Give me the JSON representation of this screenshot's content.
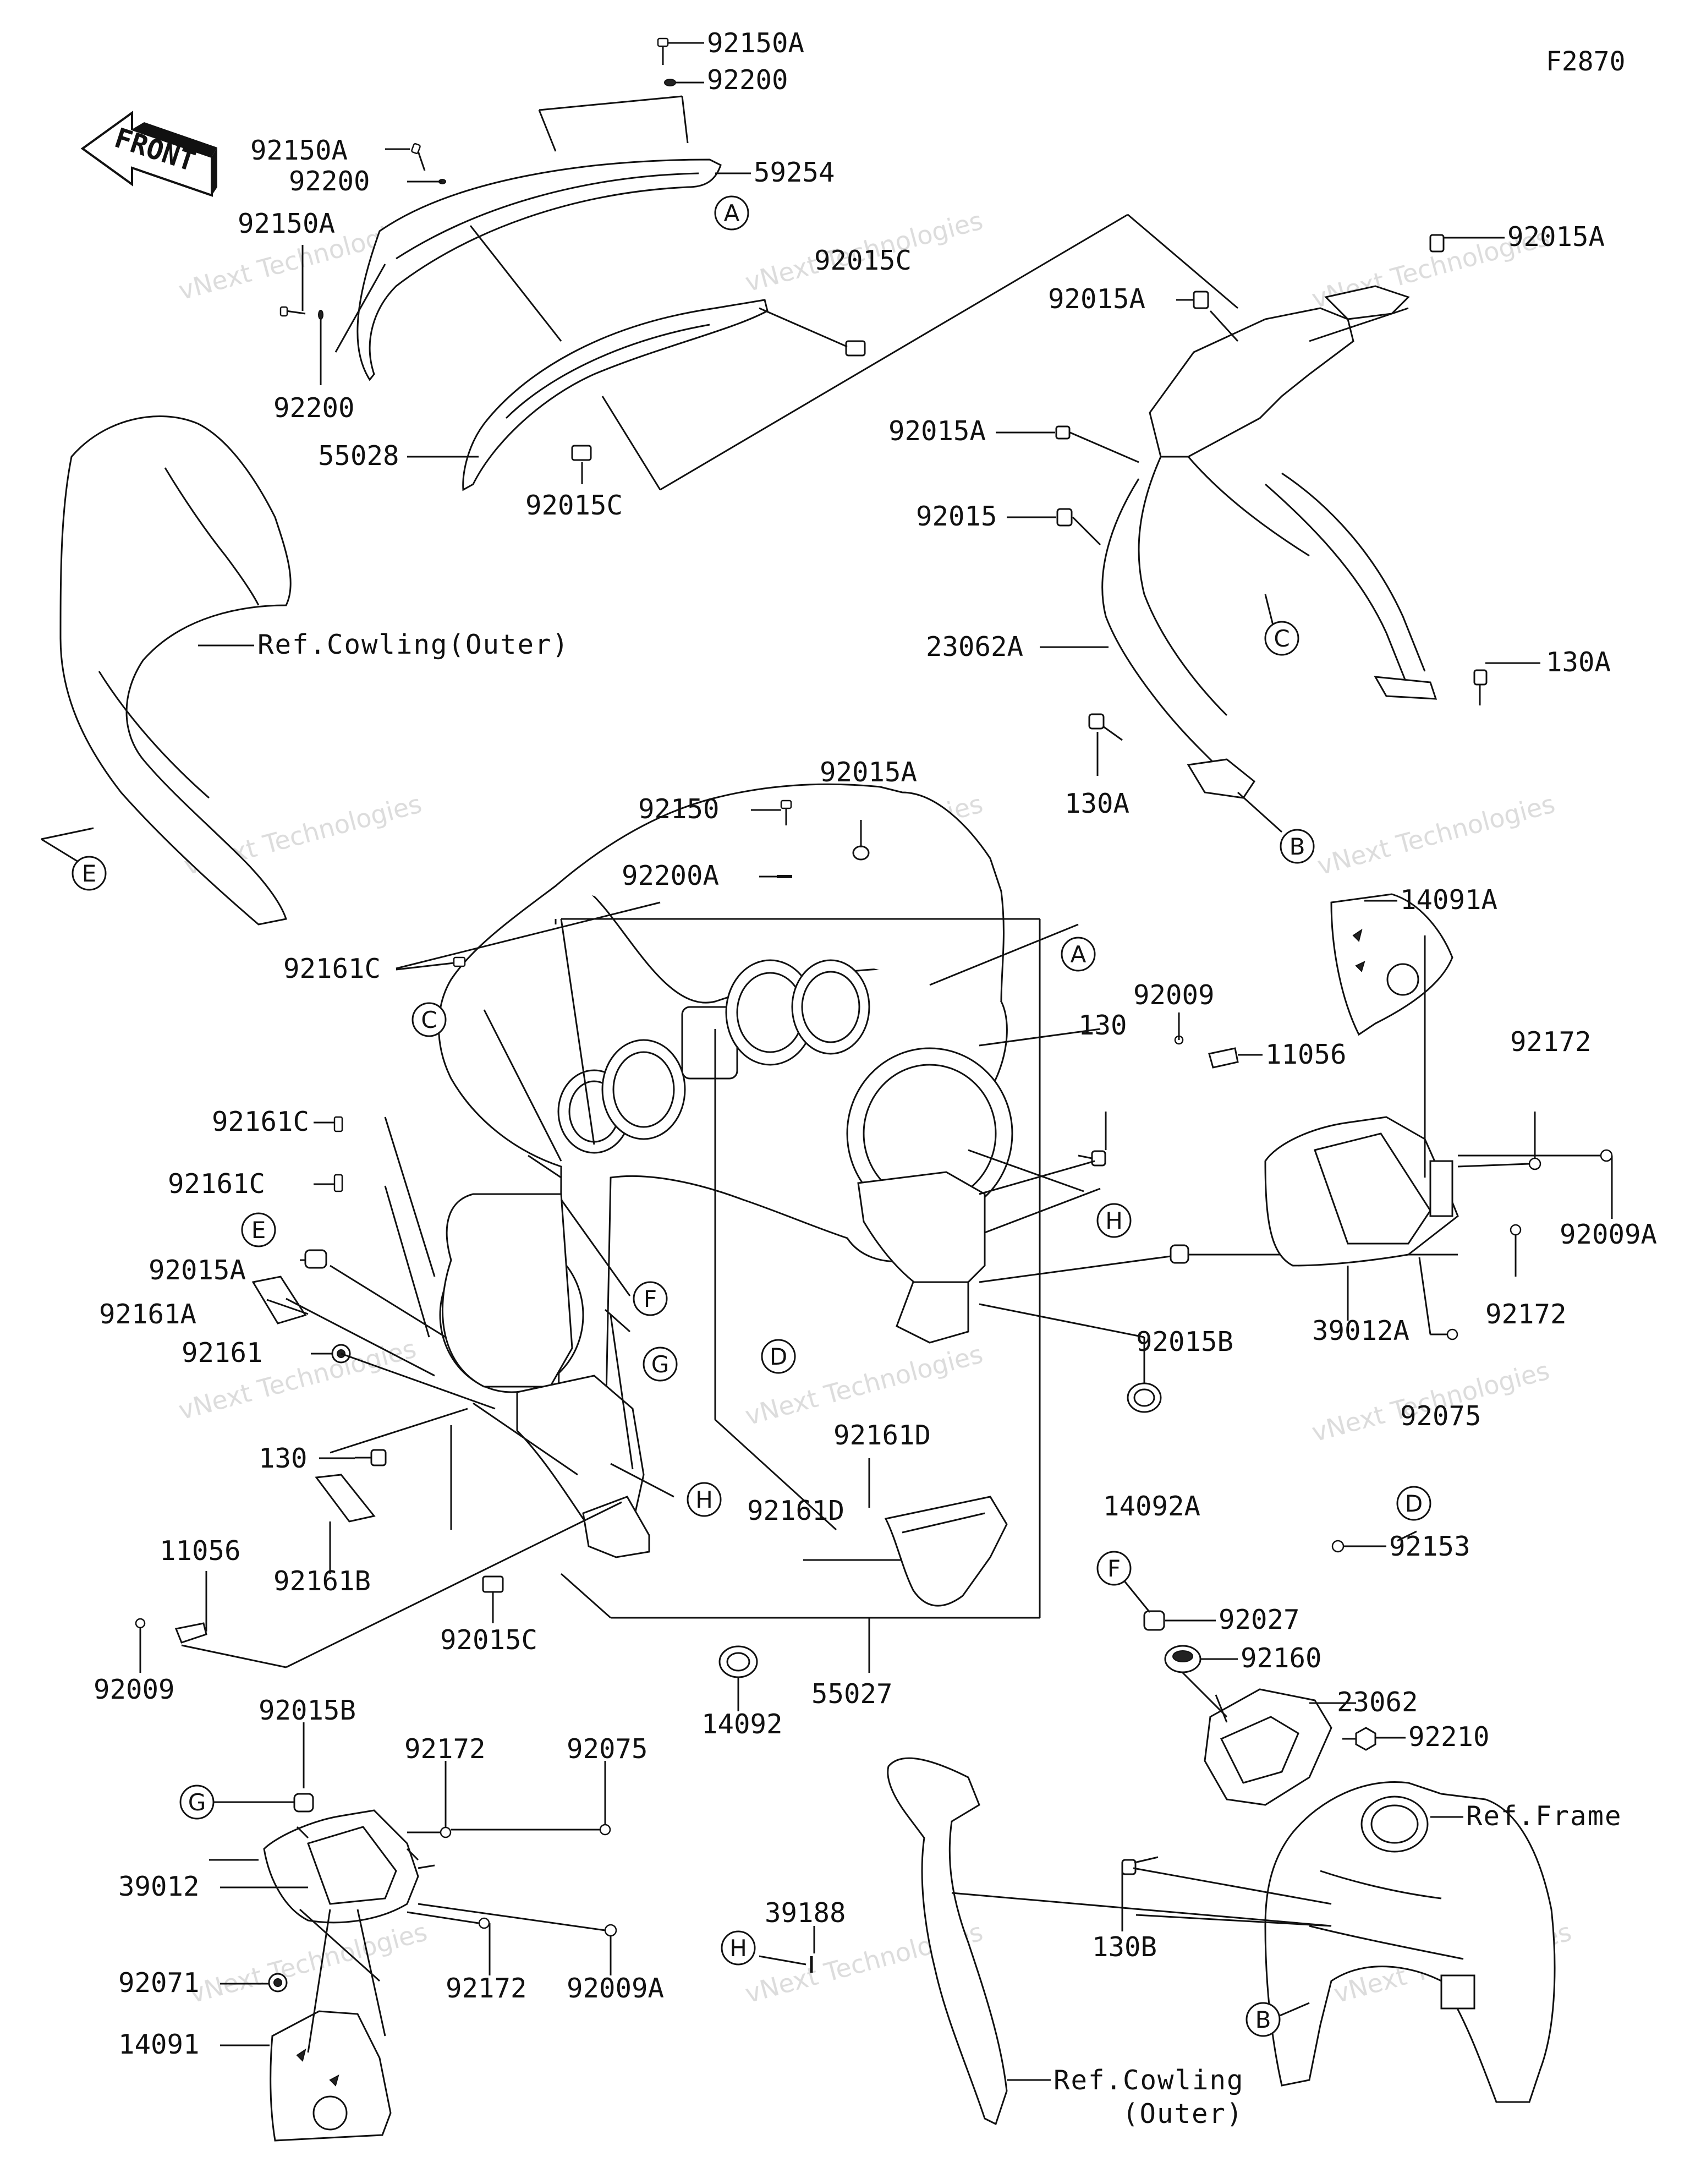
{
  "figure_id": "F2870",
  "front_label": "FRONT",
  "watermark": "vNext Technologies",
  "parts": {
    "p92150A_1": "92150A",
    "p92200_1": "92200",
    "p92150A_2": "92150A",
    "p92200_2": "92200",
    "p92150A_3": "92150A",
    "p92200_3": "92200",
    "p59254": "59254",
    "p92015C_1": "92015C",
    "p55028": "55028",
    "p92015C_2": "92015C",
    "p92015A_1": "92015A",
    "p92015A_2": "92015A",
    "p92015A_3": "92015A",
    "p92015": "92015",
    "p23062A": "23062A",
    "p130A_1": "130A",
    "p130A_2": "130A",
    "p92150": "92150",
    "p92015A_4": "92015A",
    "p92200A": "92200A",
    "p92161C_1": "92161C",
    "p92161C_2": "92161C",
    "p92161C_3": "92161C",
    "p92015A_5": "92015A",
    "p92161A": "92161A",
    "p92161": "92161",
    "p130_1": "130",
    "p92161B": "92161B",
    "p11056_1": "11056",
    "p92009_1": "92009",
    "p92015C_3": "92015C",
    "p55027": "55027",
    "p14092": "14092",
    "p92161D_1": "92161D",
    "p92161D_2": "92161D",
    "p14092A": "14092A",
    "p130_2": "130",
    "p92009_2": "92009",
    "p11056_2": "11056",
    "p14091A": "14091A",
    "p92172_1": "92172",
    "p92009A_1": "92009A",
    "p92015B_1": "92015B",
    "p39012A": "39012A",
    "p92172_2": "92172",
    "p92075_1": "92075",
    "p92153": "92153",
    "p92027": "92027",
    "p92160": "92160",
    "p23062": "23062",
    "p92210": "92210",
    "p130B": "130B",
    "p92015B_2": "92015B",
    "p92172_3": "92172",
    "p92075_2": "92075",
    "p39012": "39012",
    "p92071": "92071",
    "p92172_4": "92172",
    "p92009A_2": "92009A",
    "p14091": "14091",
    "p39188": "39188"
  },
  "references": {
    "cowling_outer_1": "Ref.Cowling(Outer)",
    "frame": "Ref.Frame",
    "cowling_outer_2a": "Ref.Cowling",
    "cowling_outer_2b": "(Outer)"
  },
  "callouts": {
    "a1": "A",
    "a2": "A",
    "b1": "B",
    "b2": "B",
    "c1": "C",
    "c2": "C",
    "d1": "D",
    "d2": "D",
    "e1": "E",
    "e2": "E",
    "f1": "F",
    "f2": "F",
    "g1": "G",
    "g2": "G",
    "h1": "H",
    "h2": "H",
    "h3": "H"
  }
}
